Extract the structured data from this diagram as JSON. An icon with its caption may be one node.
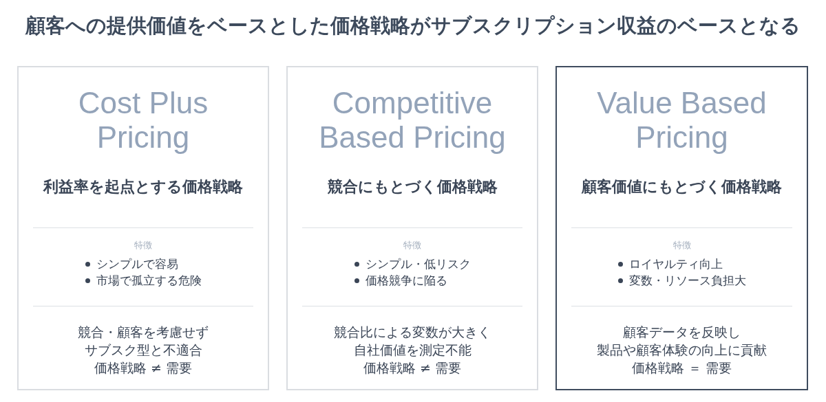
{
  "diagram": {
    "title": "顧客への提供価値をベースとした価格戦略がサブスクリプション収益のベースとなる",
    "nodes": [
      {
        "text": [
          "Cost Plus Pricing",
          "利益率を起点とする価格戦略",
          "特徴",
          "シンプルで容易",
          "市場で孤立する危険",
          "競合・顧客を考慮せず",
          "サブスク型と不適合",
          "価格戦略 ≠ 需要"
        ]
      },
      {
        "text": [
          "Competitive Based Pricing",
          "競合にもとづく価格戦略",
          "特徴",
          "シンプル・低リスク",
          "価格競争に陥る",
          "競合比による変数が大きく",
          "自社価値を測定不能",
          "価格戦略 ≠ 需要"
        ]
      },
      {
        "text": [
          "Value Based Pricing",
          "顧客価値にもとづく価格戦略",
          "特徴",
          "ロイヤルティ向上",
          "変数・リソース負担大",
          "顧客データを反映し",
          "製品や顧客体験の向上に貢献",
          "価格戦略 ＝ 需要"
        ]
      }
    ]
  }
}
